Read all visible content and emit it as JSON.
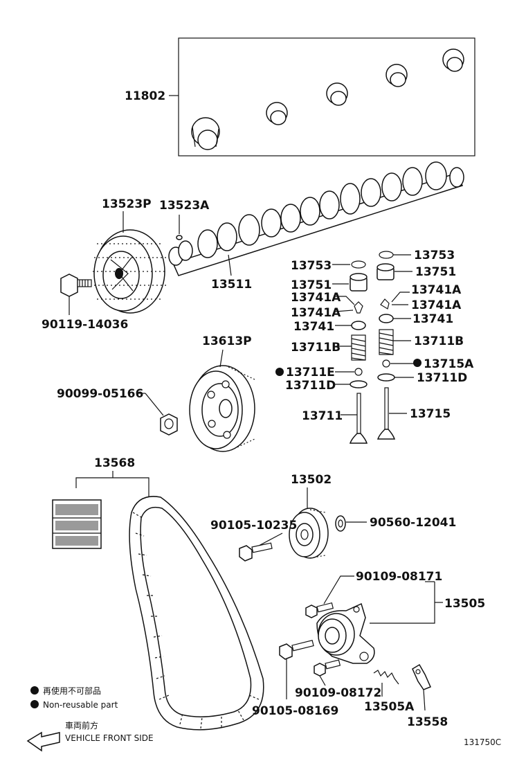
{
  "labels": {
    "bearing_set": "11802",
    "cam_pulley": "13523P",
    "pin": "13523A",
    "camshaft": "13511",
    "cam_bolt": "90119-14036",
    "pulley2": "13613P",
    "pulley2_bolt": "90099-05166",
    "belt": "13568",
    "idler": "13502",
    "idler_bolt": "90105-10235",
    "idler_washer": "90560-12041",
    "tensioner_bolt_top": "90109-08171",
    "tensioner_assy": "13505",
    "tensioner_bolt_bottom": "90109-08172",
    "tensioner_bolt_long": "90105-08169",
    "spring": "13505A",
    "bracket": "13558",
    "shim_l": "13753",
    "shim_r": "13753",
    "lifter_l": "13751",
    "lifter_r": "13751",
    "keeper_l1": "13741A",
    "keeper_l2": "13741A",
    "keeper_r1": "13741A",
    "keeper_r2": "13741A",
    "retainer_l": "13741",
    "retainer_r": "13741",
    "spring_l": "13711B",
    "spring_r": "13711B",
    "seal_l": "13711E",
    "seal_r": "13715A",
    "seat_l": "13711D",
    "seat_r": "13711D",
    "valve_l": "13711",
    "valve_r": "13715"
  },
  "legend": {
    "cn": "再使用不可部品",
    "en": "Non-reusable part"
  },
  "direction": {
    "cn": "車両前方",
    "en": "VEHICLE FRONT SIDE"
  },
  "code": "131750C",
  "colors": {
    "ink": "#111111",
    "paper": "#ffffff"
  }
}
